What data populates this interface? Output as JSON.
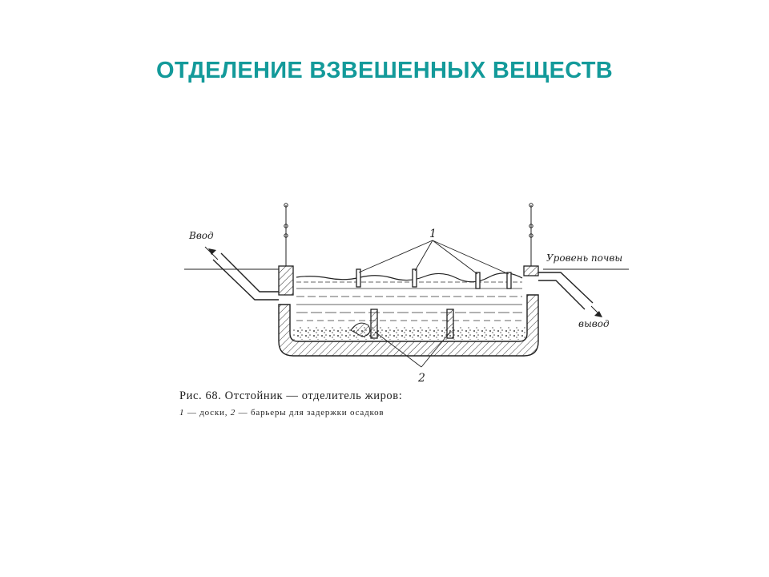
{
  "slide": {
    "title": "ОТДЕЛЕНИЕ ВЗВЕШЕННЫХ ВЕЩЕСТВ",
    "accent_color": "#139a9a"
  },
  "figure": {
    "labels": {
      "inlet": "Ввод",
      "outlet": "вывод",
      "ground_level": "Уровень почвы",
      "callout_boards": "1",
      "callout_barriers": "2"
    },
    "caption": {
      "main": "Рис. 68. Отстойник — отделитель жиров:",
      "legend_1_num": "1",
      "legend_1_text": " — доски, ",
      "legend_2_num": "2",
      "legend_2_text": " — барьеры для задержки осадков"
    }
  }
}
